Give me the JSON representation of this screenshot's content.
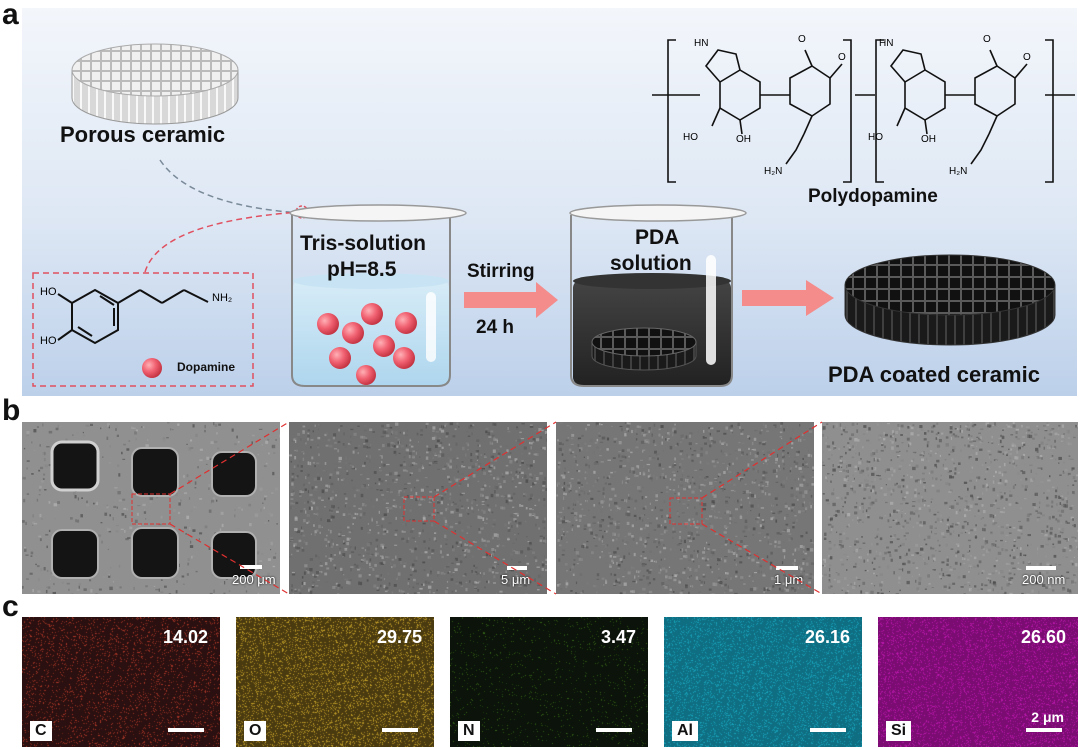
{
  "panels": {
    "a": "a",
    "b": "b",
    "c": "c"
  },
  "panel_a": {
    "porous_ceramic": "Porous ceramic",
    "tris_line1": "Tris-solution",
    "tris_line2": "pH=8.5",
    "stirring": "Stirring",
    "time": "24 h",
    "pda_line1": "PDA",
    "pda_line2": "solution",
    "polydopamine": "Polydopamine",
    "pda_coated": "PDA coated ceramic",
    "dopamine": "Dopamine",
    "chem": {
      "ho": "HO",
      "nh2": "NH₂",
      "hn": "HN",
      "oh": "OH",
      "o": "O",
      "h2n": "H₂N"
    }
  },
  "panel_b": {
    "scales": [
      "200 μm",
      "5 μm",
      "1 μm",
      "200 nm"
    ]
  },
  "panel_c": {
    "maps": [
      {
        "element": "C",
        "percent": "14.02",
        "color": "#b53a2a"
      },
      {
        "element": "O",
        "percent": "29.75",
        "color": "#c9a62a"
      },
      {
        "element": "N",
        "percent": "3.47",
        "color": "#3a6a1a"
      },
      {
        "element": "Al",
        "percent": "26.16",
        "color": "#1aa8c0"
      },
      {
        "element": "Si",
        "percent": "26.60",
        "color": "#c01ab0"
      }
    ],
    "scale_label": "2 μm"
  }
}
